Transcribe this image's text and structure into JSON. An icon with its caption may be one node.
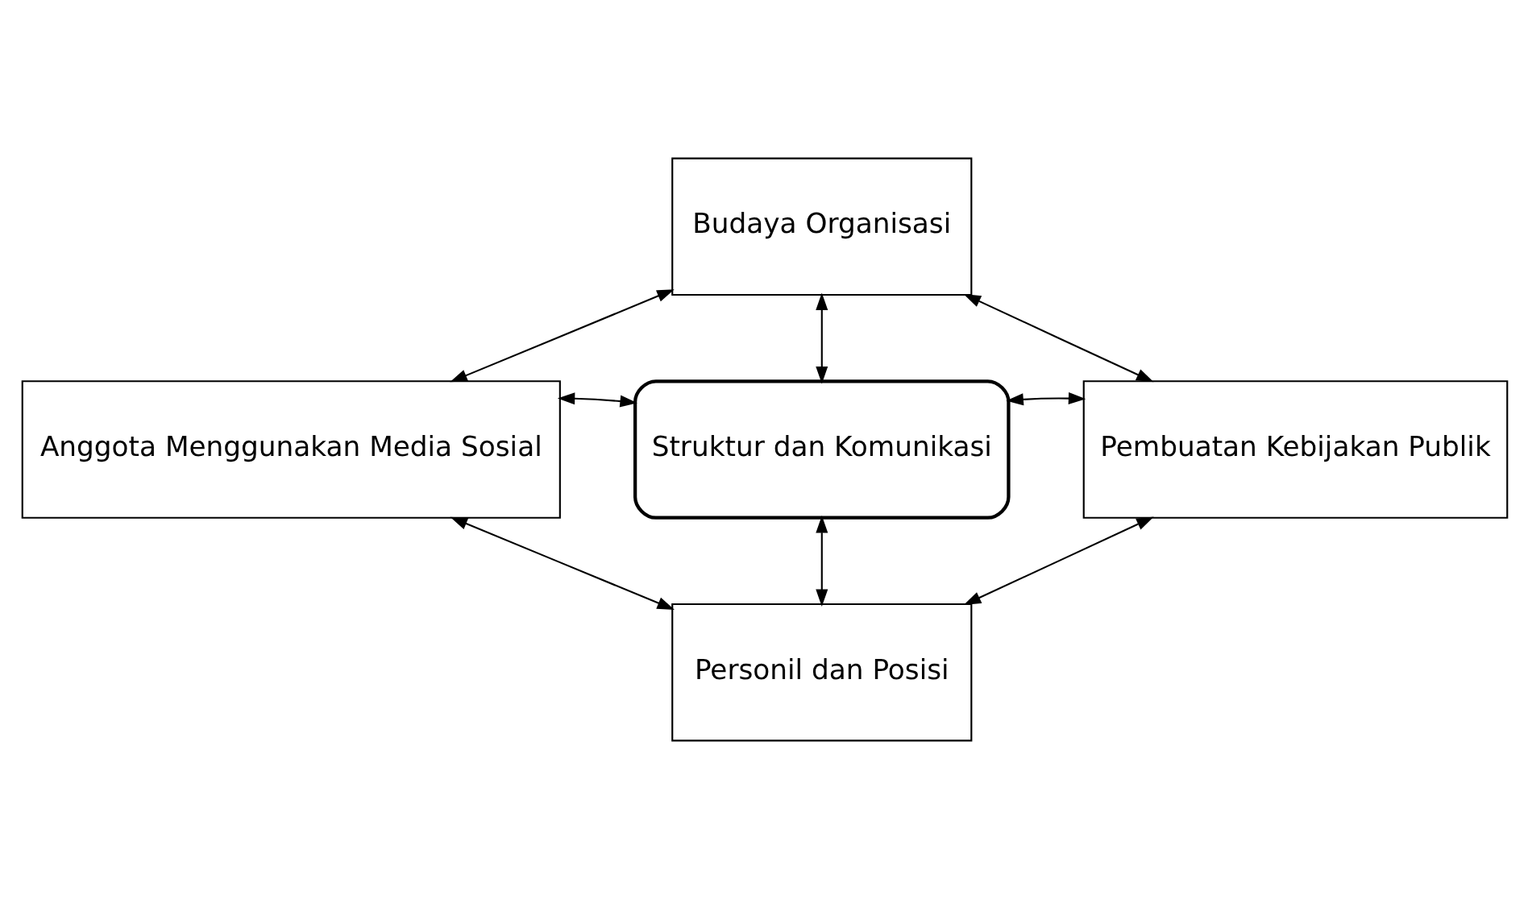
{
  "diagram": {
    "nodes": [
      {
        "text": [
          "Budaya Organisasi"
        ]
      },
      {
        "text": [
          "Anggota Menggunakan Media Sosial"
        ]
      },
      {
        "text": [
          "Struktur dan Komunikasi"
        ]
      },
      {
        "text": [
          "Pembuatan Kebijakan Publik"
        ]
      },
      {
        "text": [
          "Personil dan Posisi"
        ]
      }
    ],
    "edges": [
      {
        "from": 0,
        "to": 1,
        "arrow": "both"
      },
      {
        "from": 0,
        "to": 3,
        "arrow": "both"
      },
      {
        "from": 0,
        "to": 2,
        "arrow": "both"
      },
      {
        "from": 1,
        "to": 2,
        "arrow": "both"
      },
      {
        "from": 2,
        "to": 3,
        "arrow": "both"
      },
      {
        "from": 2,
        "to": 4,
        "arrow": "both"
      },
      {
        "from": 1,
        "to": 4,
        "arrow": "both"
      },
      {
        "from": 3,
        "to": 4,
        "arrow": "both"
      }
    ]
  }
}
